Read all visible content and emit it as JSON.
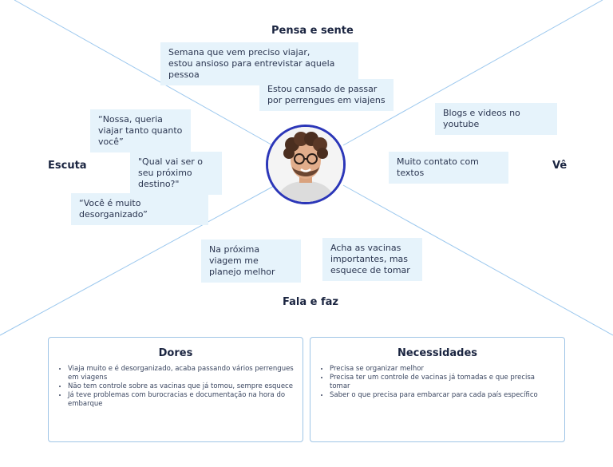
{
  "sections": {
    "top": "Pensa e sente",
    "left": "Escuta",
    "right": "Vê",
    "bottom": "Fala e faz"
  },
  "notes": {
    "n1": "Semana que vem preciso viajar,\nestou ansioso para entrevistar aquela pessoa",
    "n2": "Estou cansado de passar por perrengues em viajens",
    "n3": "“Nossa, queria viajar tanto quanto você”",
    "n4": "\"Qual vai ser o seu próximo destino?\"",
    "n5": "“Você é muito desorganizado”",
    "n6": "Blogs e videos no youtube",
    "n7": "Muito contato com textos",
    "n8": "Na próxima viagem me planejo melhor",
    "n9": "Acha as vacinas importantes, mas esquece de tomar"
  },
  "dores": {
    "title": "Dores",
    "items": [
      "Viaja muito e é desorganizado, acaba passando vários perrengues em viagens",
      "Não tem controle sobre as vacinas que já tomou,  sempre esquece",
      "Já teve problemas com burocracias e documentação na hora do embarque"
    ]
  },
  "necessidades": {
    "title": "Necessidades",
    "items": [
      "Precisa se organizar melhor",
      "Precisa ter um controle de vacinas já tomadas e que precisa tomar",
      "Saber o que precisa para embarcar para cada país específico"
    ]
  },
  "colors": {
    "line": "#9cc8ee",
    "note_bg": "#e6f3fb",
    "avatar_ring": "#2b36b8",
    "card_border": "#9fc5e6"
  }
}
